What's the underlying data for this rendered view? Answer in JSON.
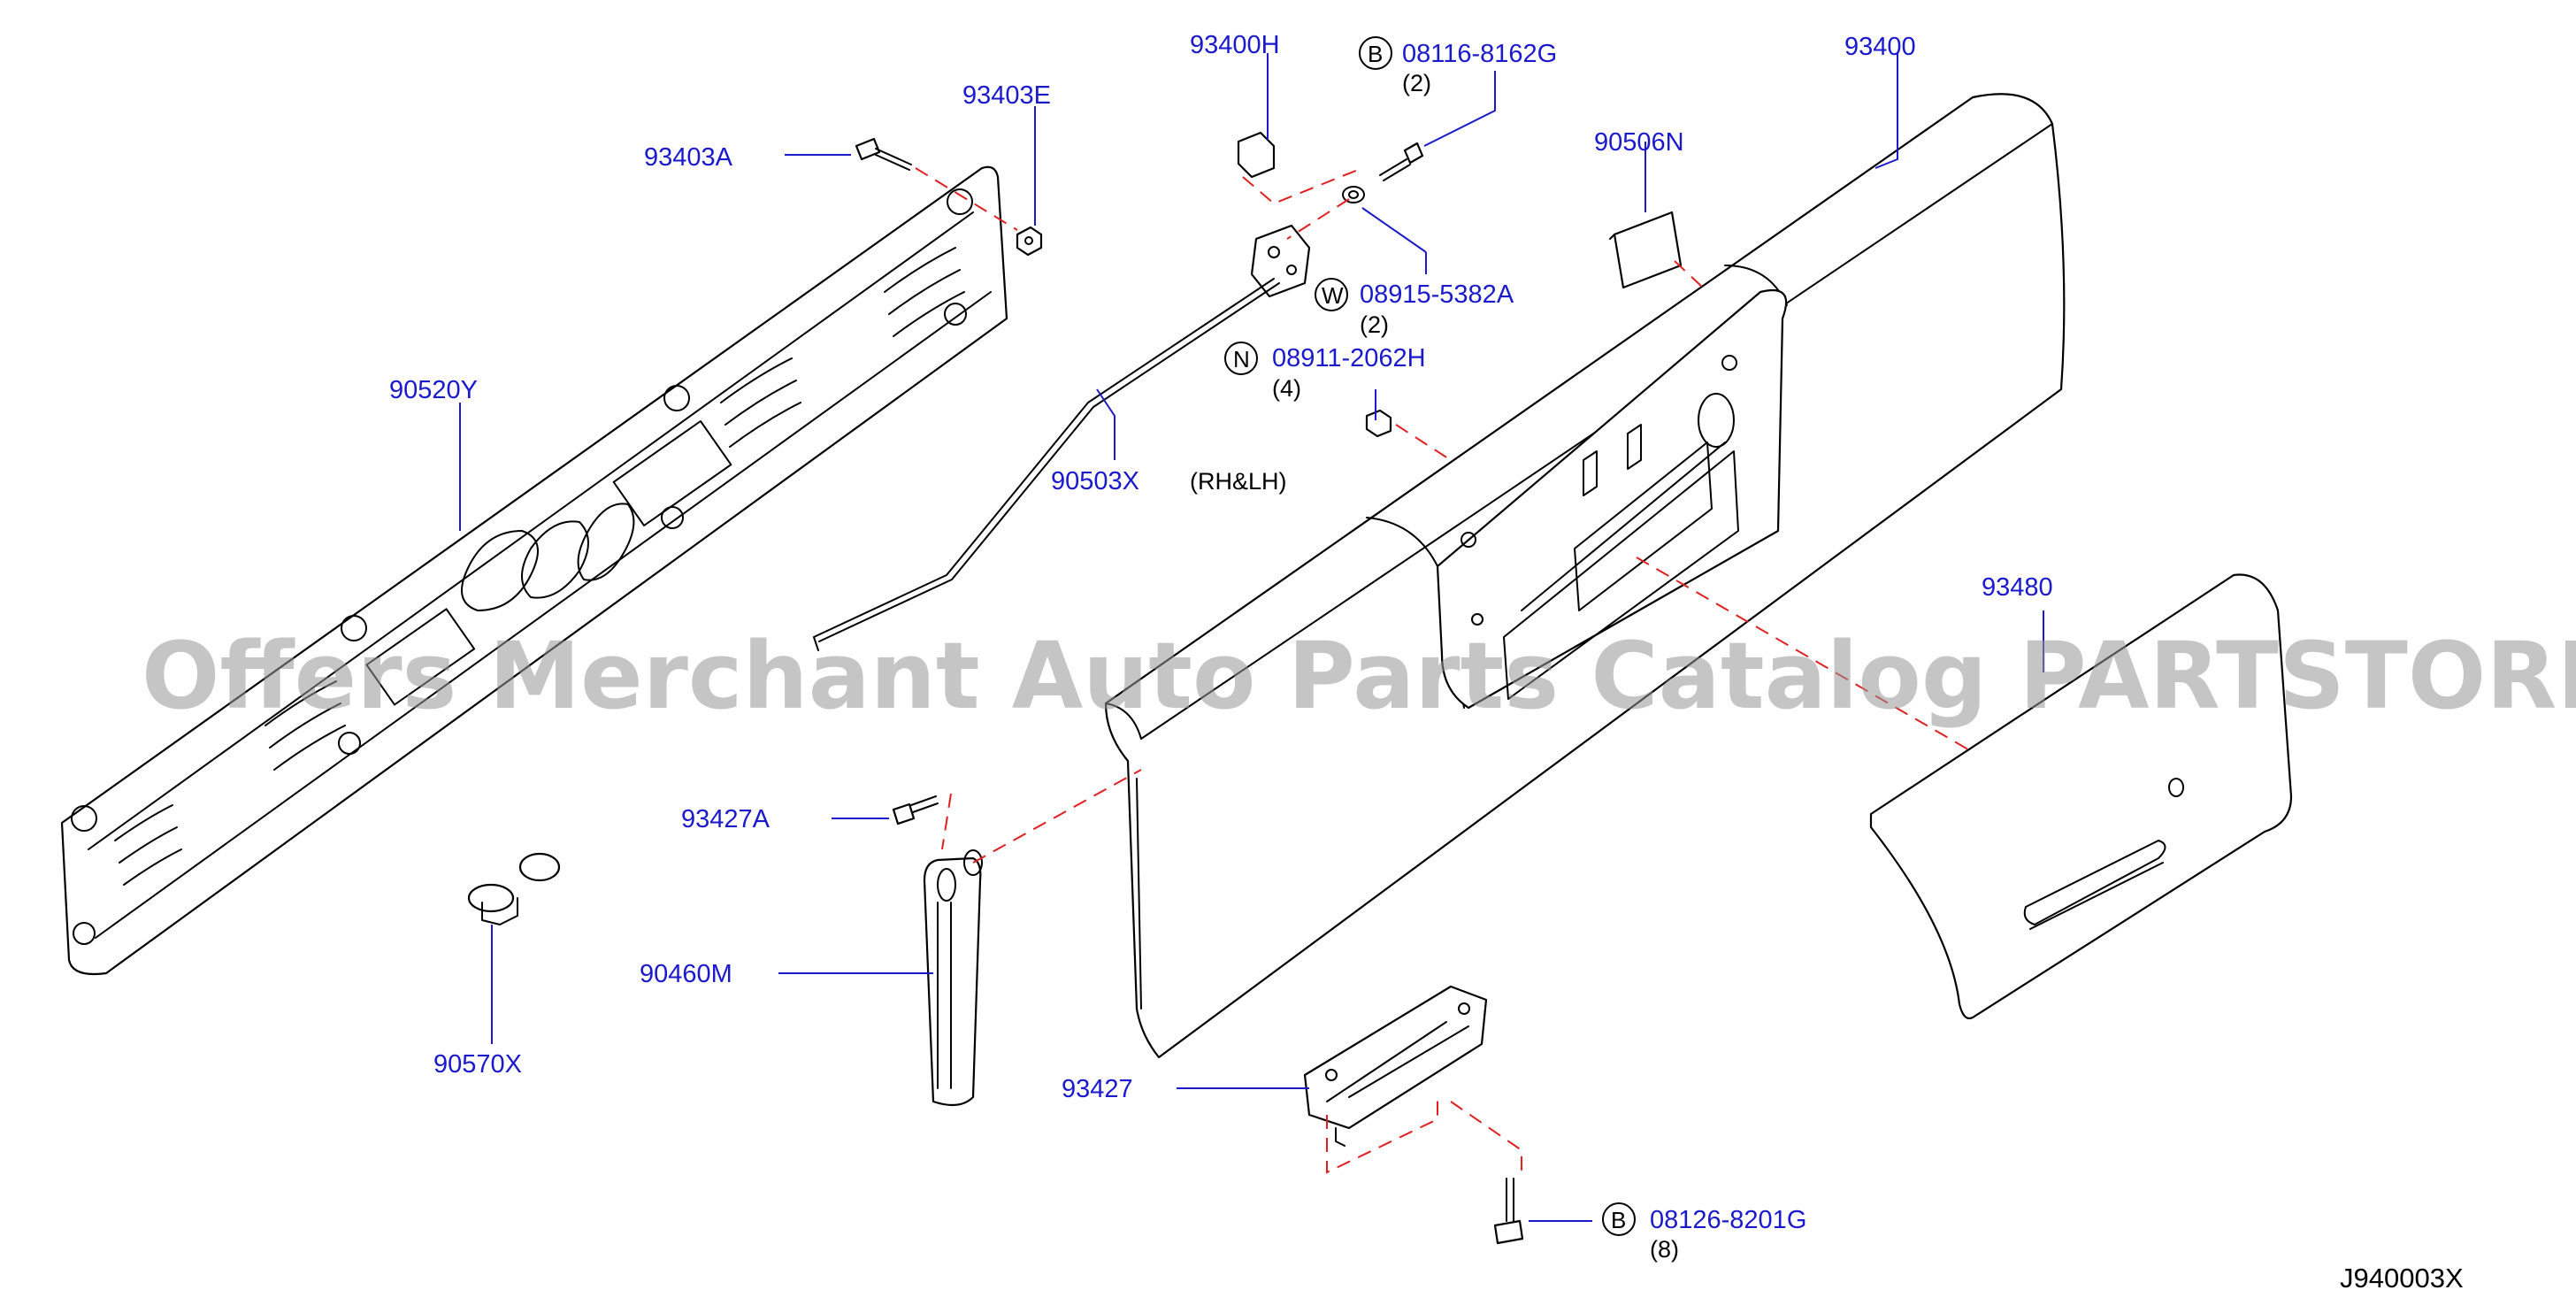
{
  "labels": {
    "p93400H": "93400H",
    "p93403E": "93403E",
    "p93403A": "93403A",
    "p08116": "08116-8162G",
    "p08116_qty": "(2)",
    "p93400": "93400",
    "p90506N": "90506N",
    "p08915": "08915-5382A",
    "p08915_qty": "(2)",
    "p08911": "08911-2062H",
    "p08911_qty": "(4)",
    "p90520Y": "90520Y",
    "p90503X": "90503X",
    "rhlh": "(RH&LH)",
    "p93480": "93480",
    "p93427A": "93427A",
    "p90460M": "90460M",
    "p90570X": "90570X",
    "p93427": "93427",
    "p08126": "08126-8201G",
    "p08126_qty": "(8)"
  },
  "circles": {
    "b1": "B",
    "w": "W",
    "n": "N",
    "b2": "B"
  },
  "watermark": "Offers Merchant Auto Parts Catalog PARTSTORE.SA",
  "diagram_code": "J940003X"
}
